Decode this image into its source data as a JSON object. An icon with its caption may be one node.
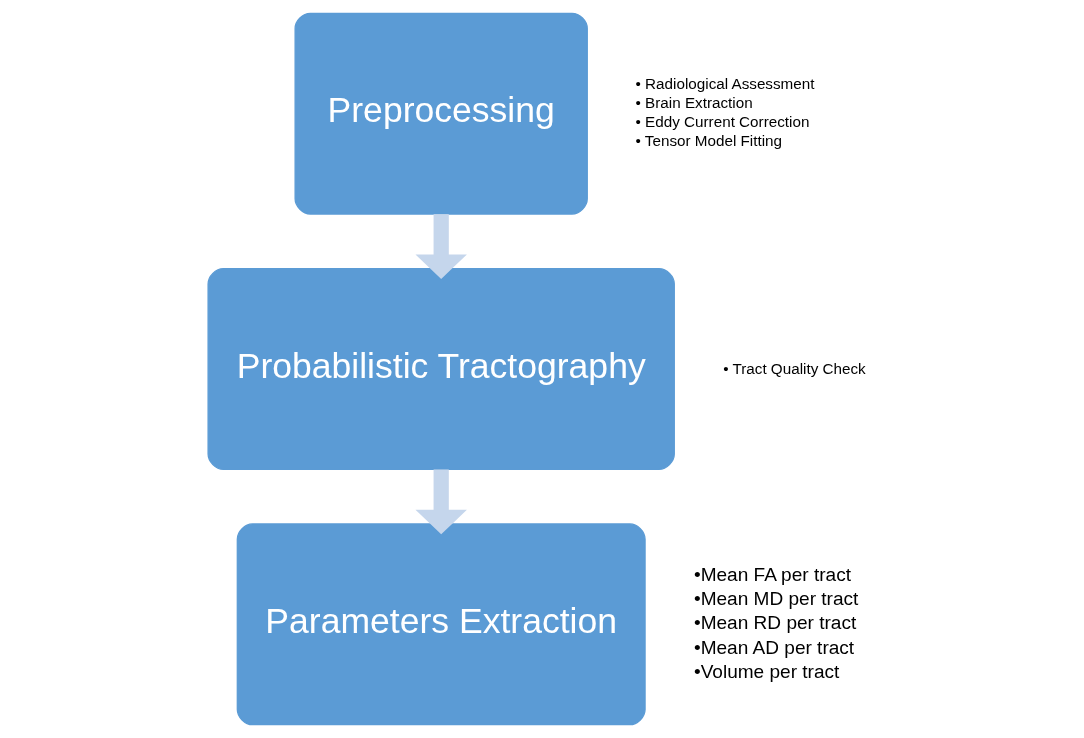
{
  "diagram": {
    "nodes": [
      {
        "text": [
          "Preprocessing"
        ],
        "beside": [
          "• Radiological Assessment",
          "• Brain Extraction",
          "• Eddy Current Correction",
          "• Tensor Model Fitting"
        ]
      },
      {
        "text": [
          "Probabilistic Tractography"
        ],
        "beside": [
          "• Tract Quality Check"
        ]
      },
      {
        "text": [
          "Parameters Extraction"
        ],
        "beside": [
          "•Mean FA per tract",
          "•Mean MD per tract",
          "•Mean RD per tract",
          "•Mean AD per tract",
          "•Volume per tract"
        ]
      }
    ],
    "edges": [
      {
        "from": 0,
        "to": 1,
        "arrow": "to"
      },
      {
        "from": 1,
        "to": 2,
        "arrow": "to"
      }
    ]
  }
}
